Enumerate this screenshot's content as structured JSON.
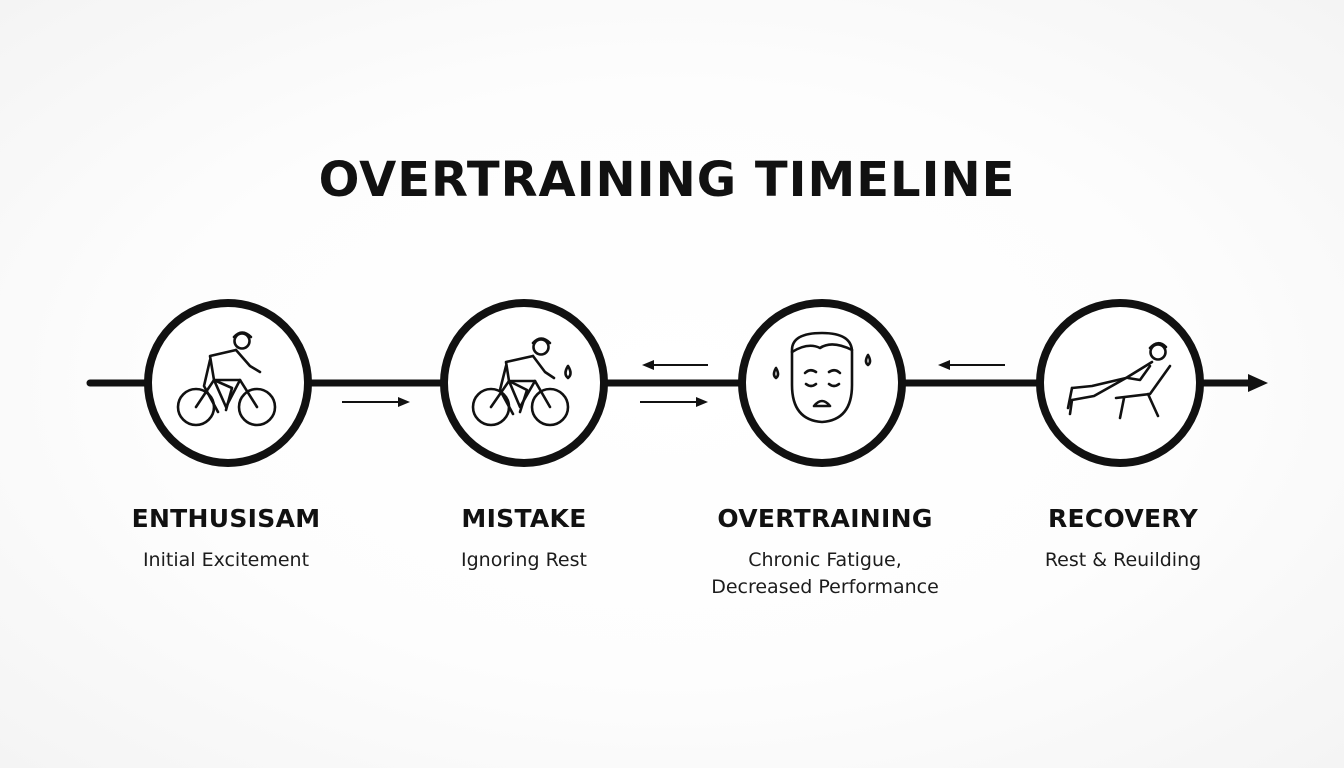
{
  "title": "OVERTRAINING TIMELINE",
  "stages": [
    {
      "name": "ENTHUSISAM",
      "desc_lines": [
        "Initial Excitement"
      ],
      "icon": "cyclist-icon"
    },
    {
      "name": "MISTAKE",
      "desc_lines": [
        "Ignoring Rest"
      ],
      "icon": "sweating-cyclist-icon"
    },
    {
      "name": "OVERTRAINING",
      "desc_lines": [
        "Chronic Fatigue,",
        "Decreased Performance"
      ],
      "icon": "fatigued-face-icon"
    },
    {
      "name": "RECOVERY",
      "desc_lines": [
        "Rest & Reuilding"
      ],
      "icon": "reclining-person-icon"
    }
  ],
  "colors": {
    "ink": "#111111",
    "background": "#fbfbfb"
  }
}
